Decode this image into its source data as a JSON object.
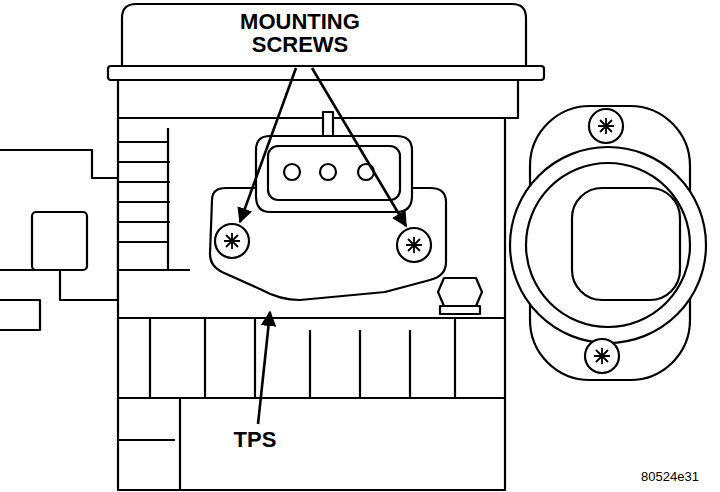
{
  "diagram": {
    "labels": [
      "MOUNTING SCREWS",
      "TPS",
      "80524e31"
    ]
  }
}
